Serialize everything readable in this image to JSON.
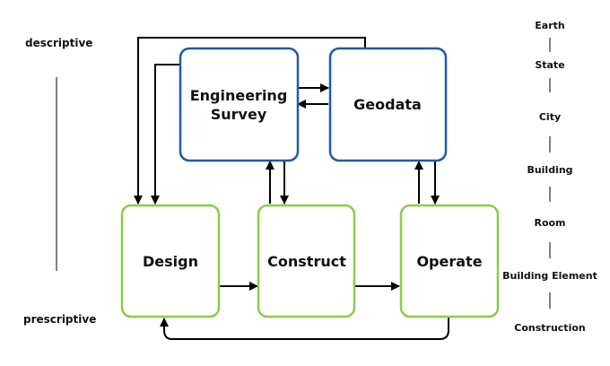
{
  "colors": {
    "upper_box_border": "#1f5aa8",
    "lower_box_border": "#8acc48",
    "arrow": "#000000"
  },
  "side_labels": {
    "top": "descriptive",
    "bottom": "prescriptive"
  },
  "boxes": {
    "engineering_survey": {
      "line1": "Engineering",
      "line2": "Survey"
    },
    "geodata": "Geodata",
    "design": "Design",
    "construct": "Construct",
    "operate": "Operate"
  },
  "scale": [
    "Earth",
    "State",
    "City",
    "Building",
    "Room",
    "Building Element",
    "Construction"
  ]
}
